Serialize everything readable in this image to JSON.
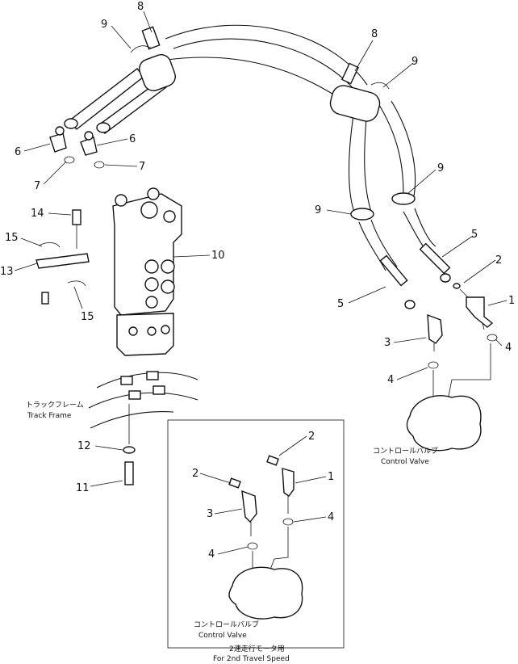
{
  "callouts": {
    "c8a": "8",
    "c9a": "9",
    "c8b": "8",
    "c9b": "9",
    "c6a": "6",
    "c6b": "6",
    "c7a": "7",
    "c7b": "7",
    "c9c": "9",
    "c9d": "9",
    "c14": "14",
    "c10": "10",
    "c15a": "15",
    "c13": "13",
    "c15b": "15",
    "c5a": "5",
    "c2a": "2",
    "c1a": "1",
    "c5b": "5",
    "c3a": "3",
    "c4a": "4",
    "c4b": "4",
    "c12": "12",
    "c11": "11",
    "c2b": "2",
    "c2c": "2",
    "c1b": "1",
    "c3b": "3",
    "c4c": "4",
    "c4d": "4"
  },
  "captions": {
    "track_frame_jp": "トラックフレーム",
    "track_frame_en": "Track Frame",
    "control_valve_jp_main": "コントロールバルブ",
    "control_valve_en_main": "Control Valve",
    "control_valve_jp_inset": "コントロールバルブ",
    "control_valve_en_inset": "Control Valve",
    "inset_title_jp": "2速走行モータ用",
    "inset_title_en": "For 2nd Travel Speed"
  }
}
